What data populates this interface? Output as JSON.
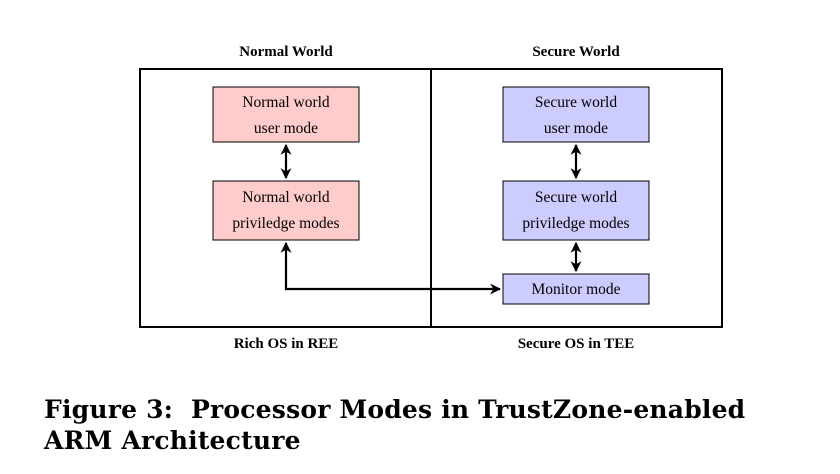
{
  "diagram": {
    "worlds": {
      "normal": {
        "title": "Normal World",
        "footer": "Rich OS in REE",
        "boxes": {
          "user": [
            "Normal world",
            "user mode"
          ],
          "privileged": [
            "Normal world",
            "priviledge modes"
          ]
        }
      },
      "secure": {
        "title": "Secure World",
        "footer": "Secure OS in TEE",
        "boxes": {
          "user": [
            "Secure world",
            "user mode"
          ],
          "privileged": [
            "Secure world",
            "priviledge modes"
          ],
          "monitor": [
            "Monitor mode"
          ]
        }
      }
    },
    "colors": {
      "normal_fill": "#ffcccc",
      "secure_fill": "#ccccff",
      "stroke": "#000000"
    }
  },
  "caption": {
    "line1_label": "Figure 3:",
    "line1_text": "Processor Modes in TrustZone-enabled",
    "line2_text": "ARM Architecture"
  }
}
